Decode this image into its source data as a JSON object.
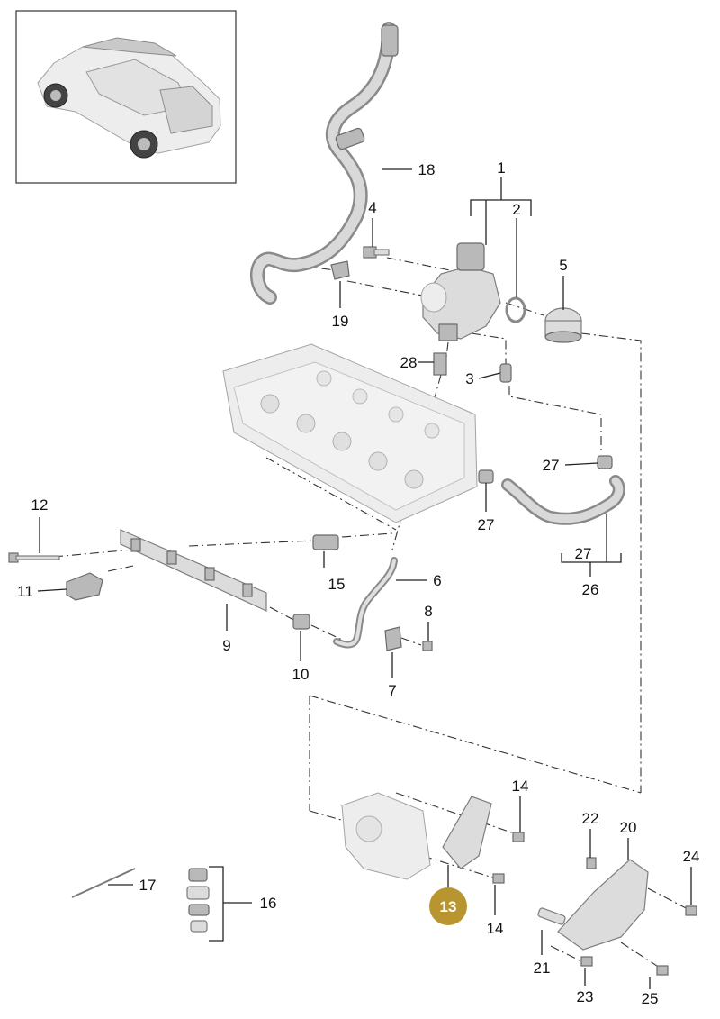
{
  "highlight_color": "#b8952e",
  "callouts": {
    "c1": "1",
    "c2": "2",
    "c3": "3",
    "c4": "4",
    "c5": "5",
    "c6": "6",
    "c7": "7",
    "c8": "8",
    "c9": "9",
    "c10": "10",
    "c11": "11",
    "c12": "12",
    "c13": "13",
    "c14a": "14",
    "c14b": "14",
    "c15": "15",
    "c16": "16",
    "c17": "17",
    "c18": "18",
    "c19": "19",
    "c20": "20",
    "c21": "21",
    "c22": "22",
    "c23": "23",
    "c24": "24",
    "c25": "25",
    "c26": "26",
    "c27a": "27",
    "c27b": "27",
    "c27c": "27",
    "c28": "28"
  }
}
